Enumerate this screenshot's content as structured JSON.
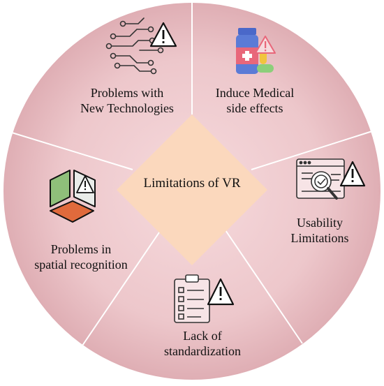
{
  "diagram": {
    "center_label": "Limitations of VR",
    "segments": [
      {
        "label_line1": "Problems with",
        "label_line2": "New Technologies",
        "icon": "circuit-warning-icon"
      },
      {
        "label_line1": "Induce Medical",
        "label_line2": "side effects",
        "icon": "medicine-warning-icon"
      },
      {
        "label_line1": "Usability",
        "label_line2": "Limitations",
        "icon": "browser-search-warning-icon"
      },
      {
        "label_line1": "Lack of",
        "label_line2": "standardization",
        "icon": "checklist-warning-icon"
      },
      {
        "label_line1": "Problems in",
        "label_line2": "spatial recognition",
        "icon": "cube-warning-icon"
      }
    ],
    "colors": {
      "disc": "#edc7cb",
      "disc_edge": "#d9a6ac",
      "diamond": "#fbd8bd",
      "divider": "#ffffff",
      "warning": "#111111",
      "orange": "#e06a3c",
      "green": "#8fbf7a",
      "blue": "#4a68c9"
    }
  }
}
